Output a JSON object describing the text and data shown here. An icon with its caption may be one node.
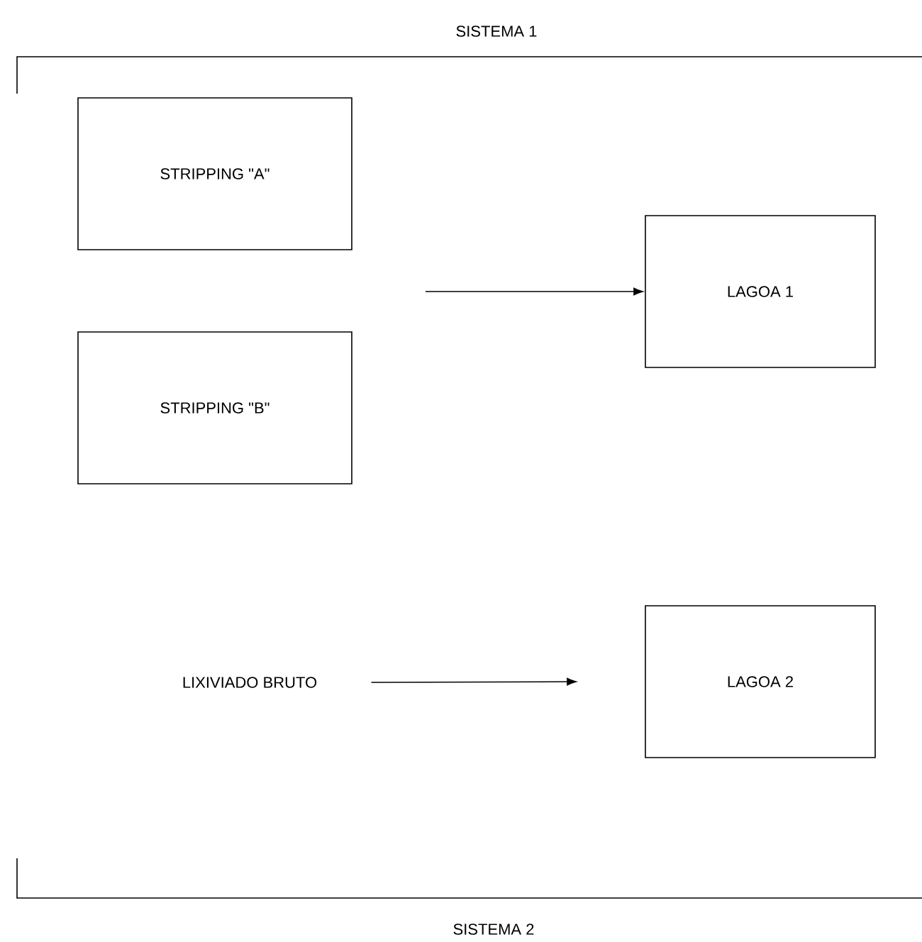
{
  "diagram": {
    "nodes": [
      {
        "text": [
          "STRIPPING \"A\""
        ]
      },
      {
        "text": [
          "STRIPPING \"B\""
        ]
      },
      {
        "text": [
          "LAGOA 1"
        ]
      },
      {
        "text": [
          "LIXIVIADO BRUTO"
        ]
      },
      {
        "text": [
          "LAGOA 2"
        ]
      }
    ],
    "edges": [
      {
        "from": null,
        "to": 2,
        "arrow": "to"
      },
      {
        "from": 3,
        "to": 4,
        "arrow": "to"
      }
    ],
    "labels": [
      "SISTEMA 1",
      "SISTEMA 2"
    ]
  }
}
